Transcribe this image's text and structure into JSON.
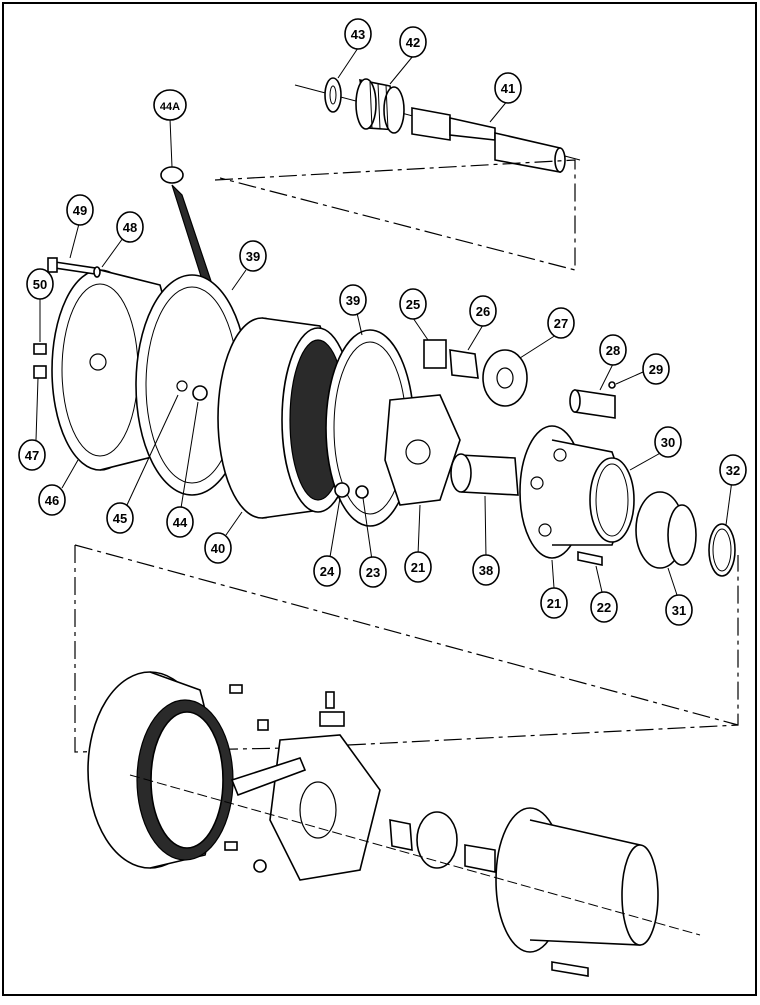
{
  "callouts": [
    {
      "label": "43"
    },
    {
      "label": "42"
    },
    {
      "label": "41"
    },
    {
      "label": "44A"
    },
    {
      "label": "49"
    },
    {
      "label": "48"
    },
    {
      "label": "39"
    },
    {
      "label": "50"
    },
    {
      "label": "47"
    },
    {
      "label": "46"
    },
    {
      "label": "45"
    },
    {
      "label": "44"
    },
    {
      "label": "40"
    },
    {
      "label": "39"
    },
    {
      "label": "25"
    },
    {
      "label": "26"
    },
    {
      "label": "27"
    },
    {
      "label": "28"
    },
    {
      "label": "29"
    },
    {
      "label": "24"
    },
    {
      "label": "23"
    },
    {
      "label": "21"
    },
    {
      "label": "38"
    },
    {
      "label": "30"
    },
    {
      "label": "32"
    },
    {
      "label": "21"
    },
    {
      "label": "22"
    },
    {
      "label": "31"
    }
  ]
}
